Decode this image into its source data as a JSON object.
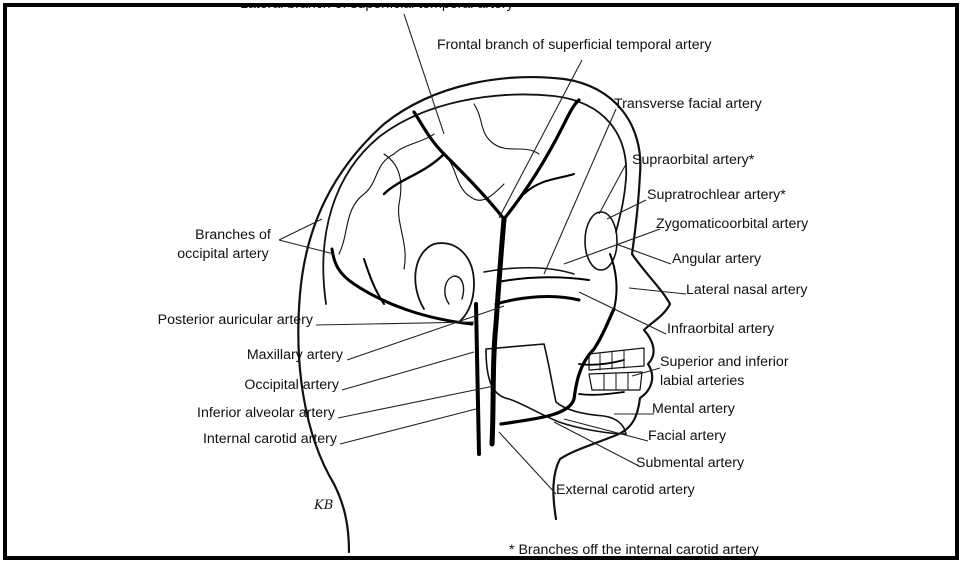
{
  "labels": {
    "lateral_frontal": "Lateral branch of superficial temporal artery",
    "frontal_branch": "Frontal branch of superficial temporal artery",
    "transverse_facial": "Transverse facial artery",
    "supraorbital": "Supraorbital artery*",
    "supratrochlear": "Supratrochlear artery*",
    "zygomaticoorbital": "Zygomaticoorbital artery",
    "angular": "Angular artery",
    "lateral_nasal": "Lateral nasal artery",
    "infraorbital": "Infraorbital artery",
    "labial_line1": "Superior and inferior",
    "labial_line2": "labial arteries",
    "mental": "Mental artery",
    "facial": "Facial artery",
    "submental": "Submental artery",
    "external_carotid": "External carotid artery",
    "occipital_branches_line1": "Branches of",
    "occipital_branches_line2": "occipital artery",
    "posterior_auricular": "Posterior auricular artery",
    "maxillary": "Maxillary artery",
    "occipital": "Occipital artery",
    "inferior_alveolar": "Inferior alveolar artery",
    "internal_carotid": "Internal carotid artery",
    "footnote": "* Branches off the internal carotid artery",
    "signature": "KB"
  }
}
